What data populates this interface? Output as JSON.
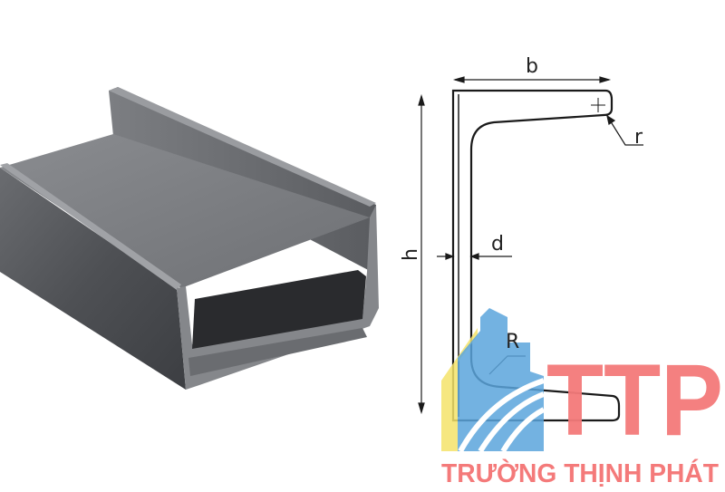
{
  "diagram": {
    "labels": {
      "width": "b",
      "flange_radius": "r",
      "thickness": "d",
      "height": "h",
      "root_radius": "R"
    }
  },
  "logo": {
    "mark": "TTP",
    "name": "TRƯỜNG THỊNH PHÁT",
    "colors": {
      "text": "#f47a7a",
      "building_blue": "#5aa5dc",
      "building_dark": "#4a86c6",
      "building_yellow": "#f5e36a"
    }
  },
  "photo": {
    "subject": "steel-u-channel-icon"
  }
}
